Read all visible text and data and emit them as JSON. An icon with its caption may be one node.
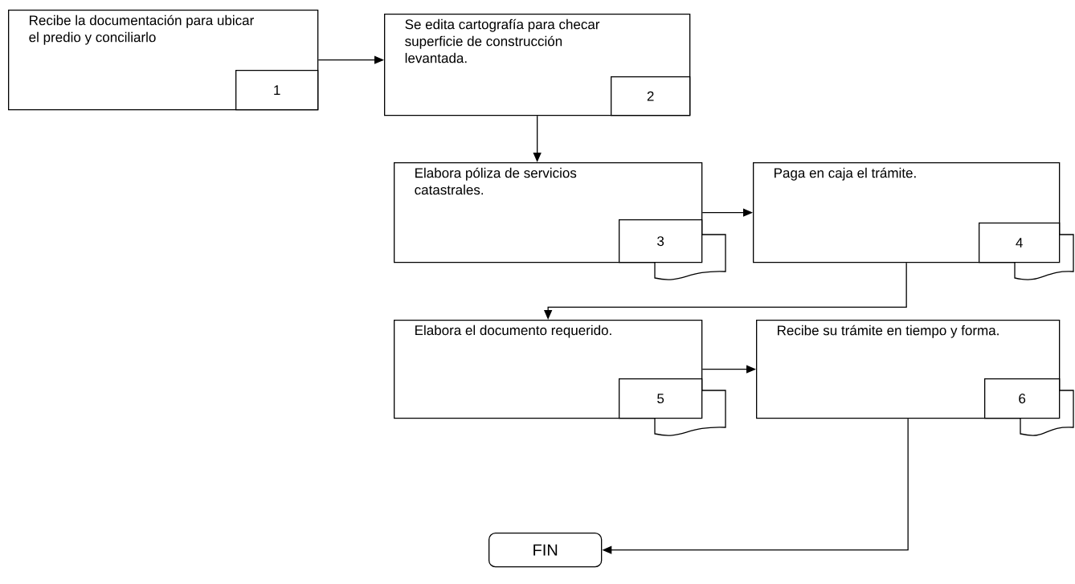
{
  "diagram": {
    "nodes": [
      {
        "text": [
          "Recibe la documentación para ubicar el predio y conciliarlo"
        ]
      },
      {
        "text": [
          "1"
        ],
        "in": 0
      },
      {
        "text": [
          "Se edita cartografía para checar superficie de construcción levantada."
        ]
      },
      {
        "text": [
          "2"
        ],
        "in": 2
      },
      {
        "text": [
          "Elabora póliza de servicios catastrales."
        ]
      },
      {
        "text": [
          "3"
        ],
        "in": 4
      },
      {
        "text": [
          "Paga en caja el trámite."
        ]
      },
      {
        "text": [
          "4"
        ],
        "in": 6
      },
      {
        "text": [
          "Elabora el documento requerido."
        ]
      },
      {
        "text": [
          "5"
        ],
        "in": 8
      },
      {
        "text": [
          "Recibe su trámite en tiempo y forma."
        ]
      },
      {
        "text": [
          "6"
        ],
        "in": 10
      },
      {
        "text": [
          "FIN"
        ]
      },
      {
        "text": [],
        "shape": "document"
      },
      {
        "text": [],
        "shape": "document"
      },
      {
        "text": [],
        "shape": "document"
      },
      {
        "text": [],
        "shape": "document"
      }
    ],
    "edges": [
      {
        "from": 0,
        "to": 2,
        "arrow": "to"
      },
      {
        "from": 2,
        "to": 4,
        "arrow": "to"
      },
      {
        "from": 4,
        "to": 6,
        "arrow": "to"
      },
      {
        "from": 6,
        "to": 8,
        "arrow": "to"
      },
      {
        "from": 8,
        "to": 10,
        "arrow": "to"
      },
      {
        "from": 10,
        "to": 12,
        "arrow": "to"
      }
    ]
  }
}
